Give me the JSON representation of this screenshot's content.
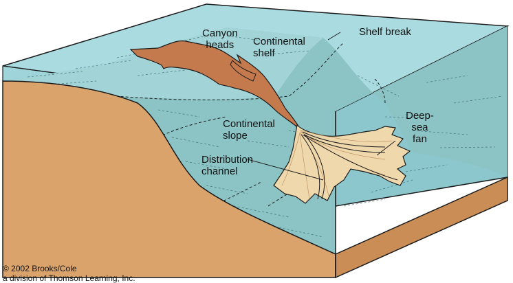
{
  "diagram": {
    "labels": {
      "canyon_heads": "Canyon\nheads",
      "continental_shelf": "Continental\nshelf",
      "shelf_break": "Shelf break",
      "continental_slope": "Continental\nslope",
      "distribution_channel": "Distribution\nchannel",
      "deep_sea_fan": "Deep-\nsea\nfan"
    },
    "credit": {
      "line1": "© 2002 Brooks/Cole",
      "line2": "a division of Thomson Learning, Inc."
    },
    "colors": {
      "water_top": "#a9dbe0",
      "water_front": "#9fd4db",
      "seafloor": "#8cc4c6",
      "sediment_front": "#d9a36b",
      "sediment_side": "#c98d55",
      "canyon": "#c47a4c",
      "fan": "#f0d8ad",
      "outline": "#1a1a1a"
    }
  }
}
